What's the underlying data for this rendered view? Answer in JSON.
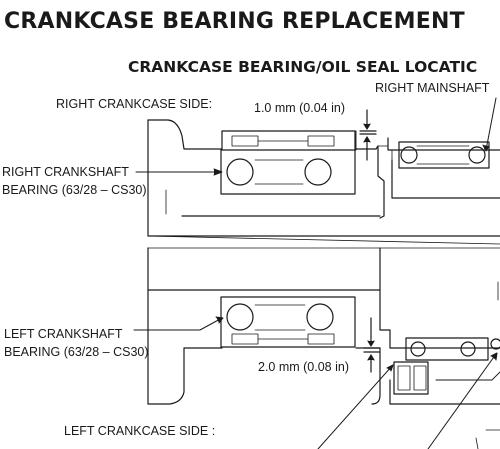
{
  "title": "CRANKCASE BEARING REPLACEMENT",
  "subtitle": "CRANKCASE BEARING/OIL SEAL LOCATIC",
  "labels": {
    "right_side": "RIGHT CRANKCASE SIDE:",
    "right_mainshaft": "RIGHT MAINSHAFT",
    "dim_top": "1.0 mm (0.04 in)",
    "right_crank_line1": "RIGHT CRANKSHAFT",
    "right_crank_line2": "BEARING (63/28 – CS30)",
    "left_crank_line1": "LEFT CRANKSHAFT",
    "left_crank_line2": "BEARING (63/28 – CS30)",
    "dim_bottom": "2.0 mm (0.08 in)",
    "left_side": "LEFT CRANKCASE SIDE :"
  }
}
